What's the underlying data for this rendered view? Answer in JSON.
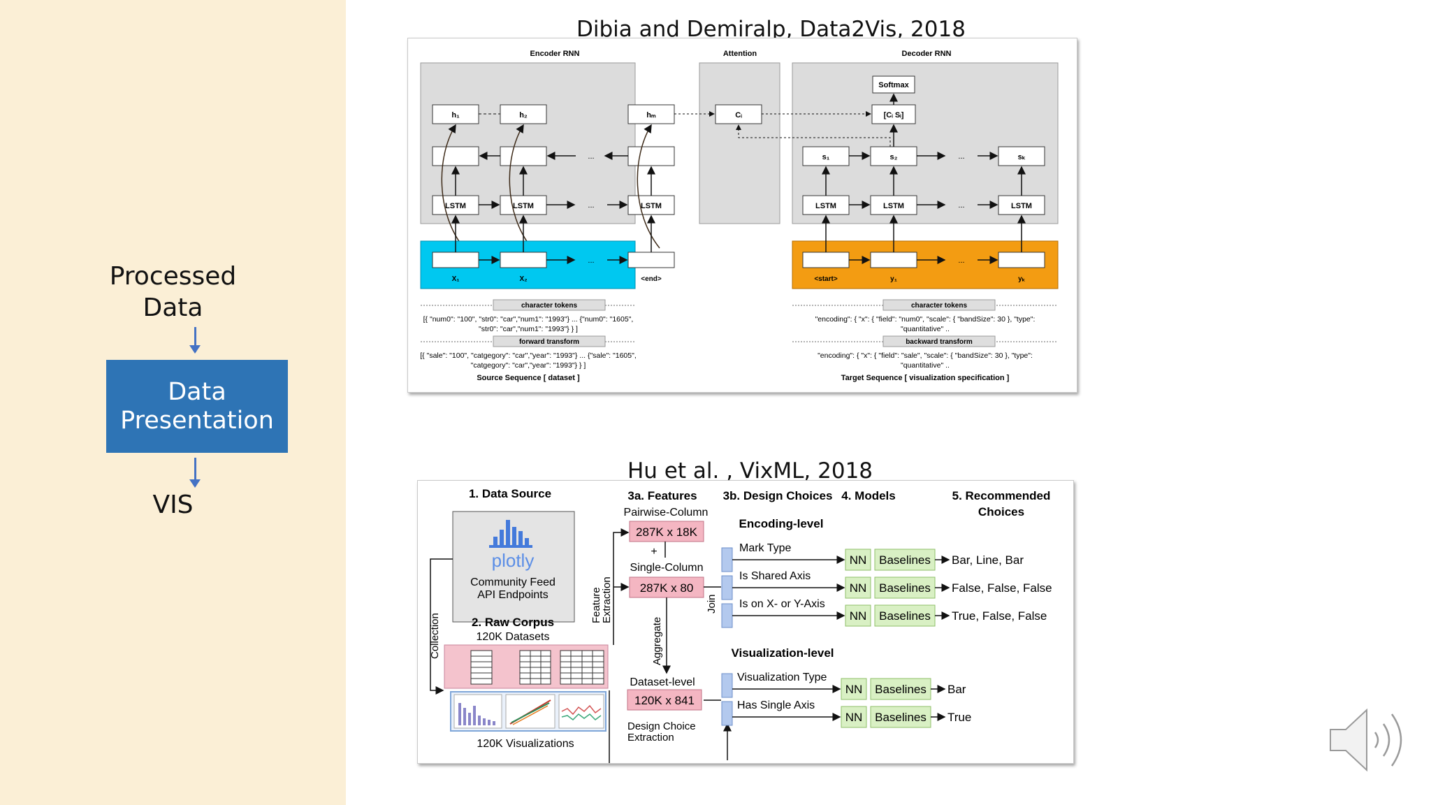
{
  "sidebar": {
    "processed_line1": "Processed",
    "processed_line2": "Data",
    "box_line1": "Data",
    "box_line2": "Presentation",
    "vis": "VIS"
  },
  "fig1": {
    "caption": "Dibia  and Demiralp, Data2Vis, 2018",
    "encoder_title": "Encoder RNN",
    "attention_title": "Attention",
    "decoder_title": "Decoder RNN",
    "softmax": "Softmax",
    "h_labels": [
      "h₁",
      "h₂",
      "hₘ"
    ],
    "c_label": "Cᵢ",
    "cs_label": "[Cᵢ    Sᵢ]",
    "s_labels": [
      "s₁",
      "s₂",
      "sₖ"
    ],
    "lstm": "LSTM",
    "ellipsis": "...",
    "x_labels": [
      "X₁",
      "X₂",
      "<end>"
    ],
    "y_labels": [
      "<start>",
      "y₁",
      "yₖ"
    ],
    "char_tokens": "character tokens",
    "forward_transform": "forward transform",
    "backward_transform": "backward transform",
    "src_line1": "[{ \"num0\": \"100\", \"str0\": \"car\",\"num1\": \"1993\"} ... {\"num0\": \"1605\",",
    "src_line2": "\"str0\": \"car\",\"num1\": \"1993\"} } ]",
    "src_line3": "[{ \"sale\": \"100\", \"catgegory\": \"car\",\"year\": \"1993\"} ... {\"sale\": \"1605\",",
    "src_line4": "\"catgegory\": \"car\",\"year\": \"1993\"} } ]",
    "src_caption": "Source Sequence [ dataset ]",
    "tgt_line1": "\"encoding\": { \"x\": { \"field\": \"num0\", \"scale\": { \"bandSize\": 30 }, \"type\":",
    "tgt_line2": "\"quantitative\" ..",
    "tgt_line3": "\"encoding\": { \"x\": { \"field\": \"sale\", \"scale\": { \"bandSize\": 30 }, \"type\":",
    "tgt_line4": "\"quantitative\" ..",
    "tgt_caption": "Target Sequence [ visualization specification ]"
  },
  "fig2": {
    "caption": "Hu et al. , VixML, 2018",
    "h1": "1. Data Source",
    "h3a": "3a. Features",
    "h3b": "3b. Design Choices",
    "h4": "4. Models",
    "h5_line1": "5. Recommended",
    "h5_line2": "Choices",
    "plotly": "plotly",
    "community_feed": "Community Feed",
    "api_endpoints": "API Endpoints",
    "raw_corpus": "2. Raw Corpus",
    "datasets": "120K Datasets",
    "visualizations": "120K Visualizations",
    "collection": "Collection",
    "feature_extraction_line1": "Feature",
    "feature_extraction_line2": "Extraction",
    "aggregate": "Aggregate",
    "join": "Join",
    "pairwise": "Pairwise-Column",
    "pairwise_dim": "287K x 18K",
    "plus": "+",
    "single": "Single-Column",
    "single_dim": "287K x 80",
    "dataset_level": "Dataset-level",
    "dataset_dim": "120K x 841",
    "design_choice_line1": "Design Choice",
    "design_choice_line2": "Extraction",
    "encoding_level": "Encoding-level",
    "visualization_level": "Visualization-level",
    "choices": [
      "Mark Type",
      "Is Shared Axis",
      "Is on X- or Y-Axis",
      "Visualization Type",
      "Has Single Axis"
    ],
    "nn": "NN",
    "baselines": "Baselines",
    "results": [
      "Bar, Line, Bar",
      "False, False, False",
      "True, False, False",
      "Bar",
      "True"
    ]
  },
  "icons": {
    "speaker": "speaker-icon"
  }
}
